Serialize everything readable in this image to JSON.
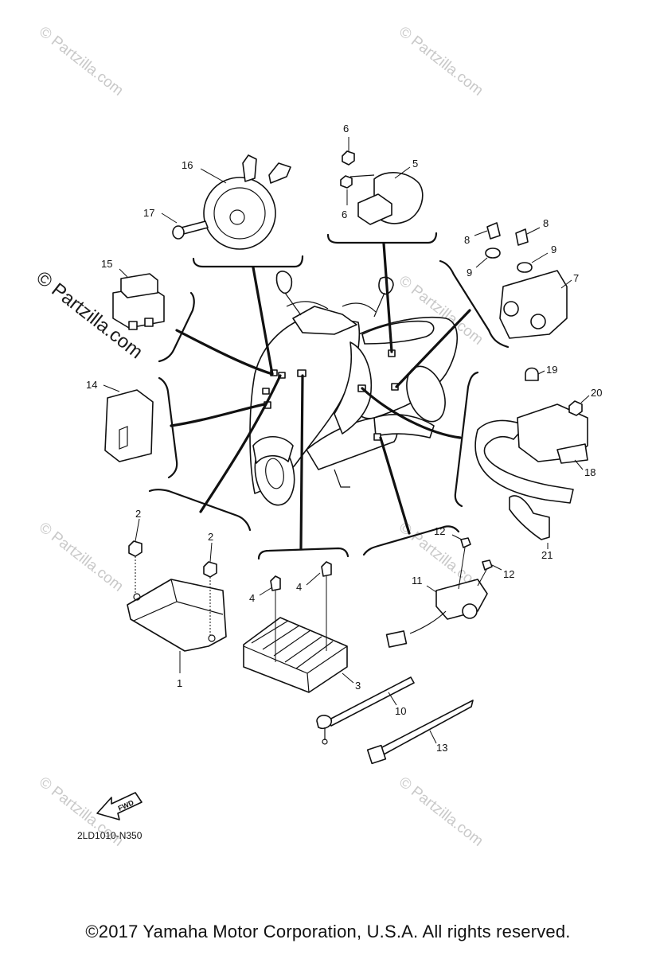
{
  "watermark": {
    "text": "© Partzilla.com",
    "main_text": "© Partzilla.com"
  },
  "callouts": {
    "p1": "1",
    "p2a": "2",
    "p2b": "2",
    "p3": "3",
    "p4a": "4",
    "p4b": "4",
    "p5": "5",
    "p6a": "6",
    "p6b": "6",
    "p7": "7",
    "p8a": "8",
    "p8b": "8",
    "p9a": "9",
    "p9b": "9",
    "p10": "10",
    "p11": "11",
    "p12a": "12",
    "p12b": "12",
    "p13": "13",
    "p14": "14",
    "p15": "15",
    "p16": "16",
    "p17": "17",
    "p18": "18",
    "p19": "19",
    "p20": "20",
    "p21": "21"
  },
  "fwd_label": "FWD",
  "diagram_code": "2LD1010-N350",
  "copyright": "©2017  Yamaha Motor Corporation, U.S.A. All rights reserved."
}
